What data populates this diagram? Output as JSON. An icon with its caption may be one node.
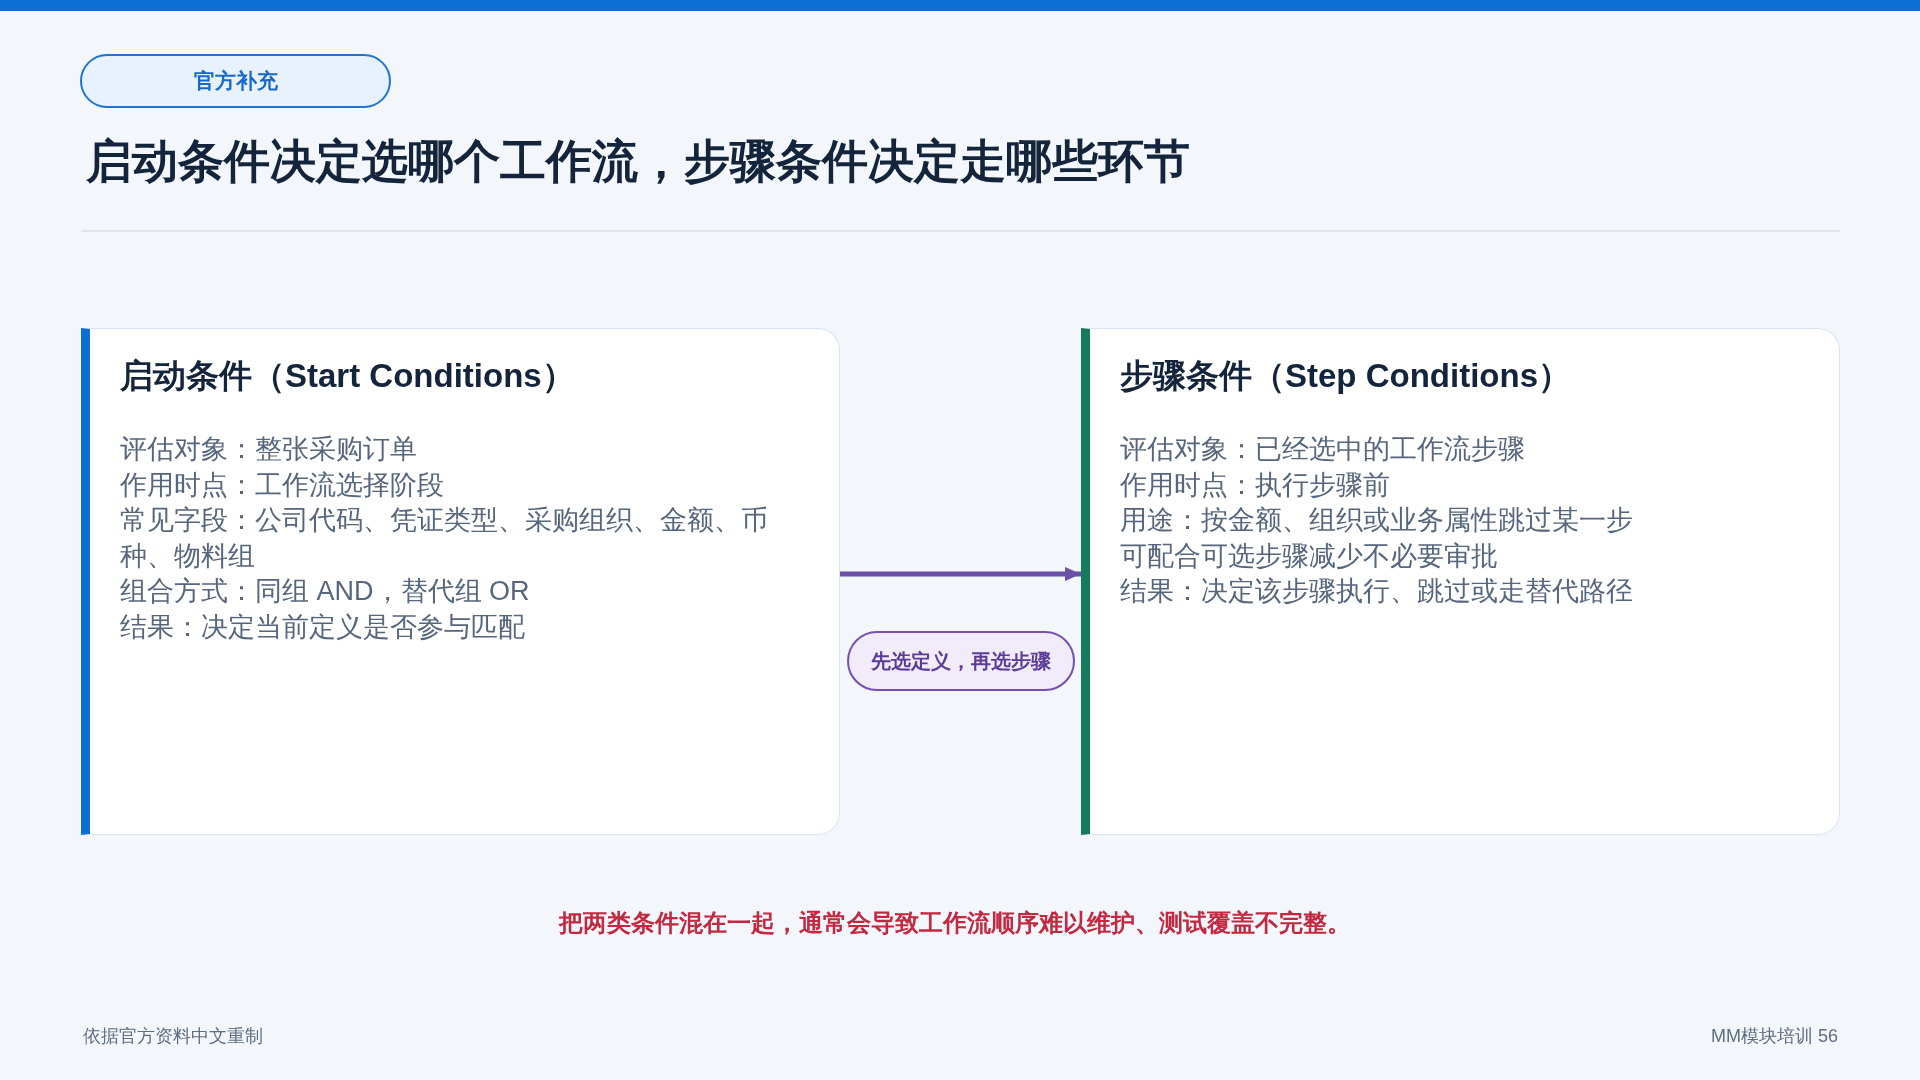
{
  "diagram": {
    "title": "启动条件决定选哪个工作流，步骤条件决定走哪些环节",
    "nodes": [
      {
        "text": [
          "官方补充"
        ]
      },
      {
        "text": [
          "启动条件（Start Conditions）",
          "评估对象：整张采购订单",
          "作用时点：工作流选择阶段",
          "常见字段：公司代码、凭证类型、采购组织、金额、币种、物料组",
          "组合方式：同组 AND，替代组 OR",
          "结果：决定当前定义是否参与匹配"
        ]
      },
      {
        "text": [
          "步骤条件（Step Conditions）",
          "评估对象：已经选中的工作流步骤",
          "作用时点：执行步骤前",
          "用途：按金额、组织或业务属性跳过某一步",
          "可配合可选步骤减少不必要审批",
          "结果：决定该步骤执行、跳过或走替代路径"
        ]
      }
    ],
    "edges": [
      {
        "from": 1,
        "to": 2,
        "arrow": "to",
        "label": "先选定义，再选步骤",
        "color": "#6b4fa8"
      }
    ],
    "labels": [
      "把两类条件混在一起，通常会导致工作流顺序难以维护、测试覆盖不完整。",
      "依据官方资料中文重制",
      "MM模块培训 56"
    ]
  }
}
